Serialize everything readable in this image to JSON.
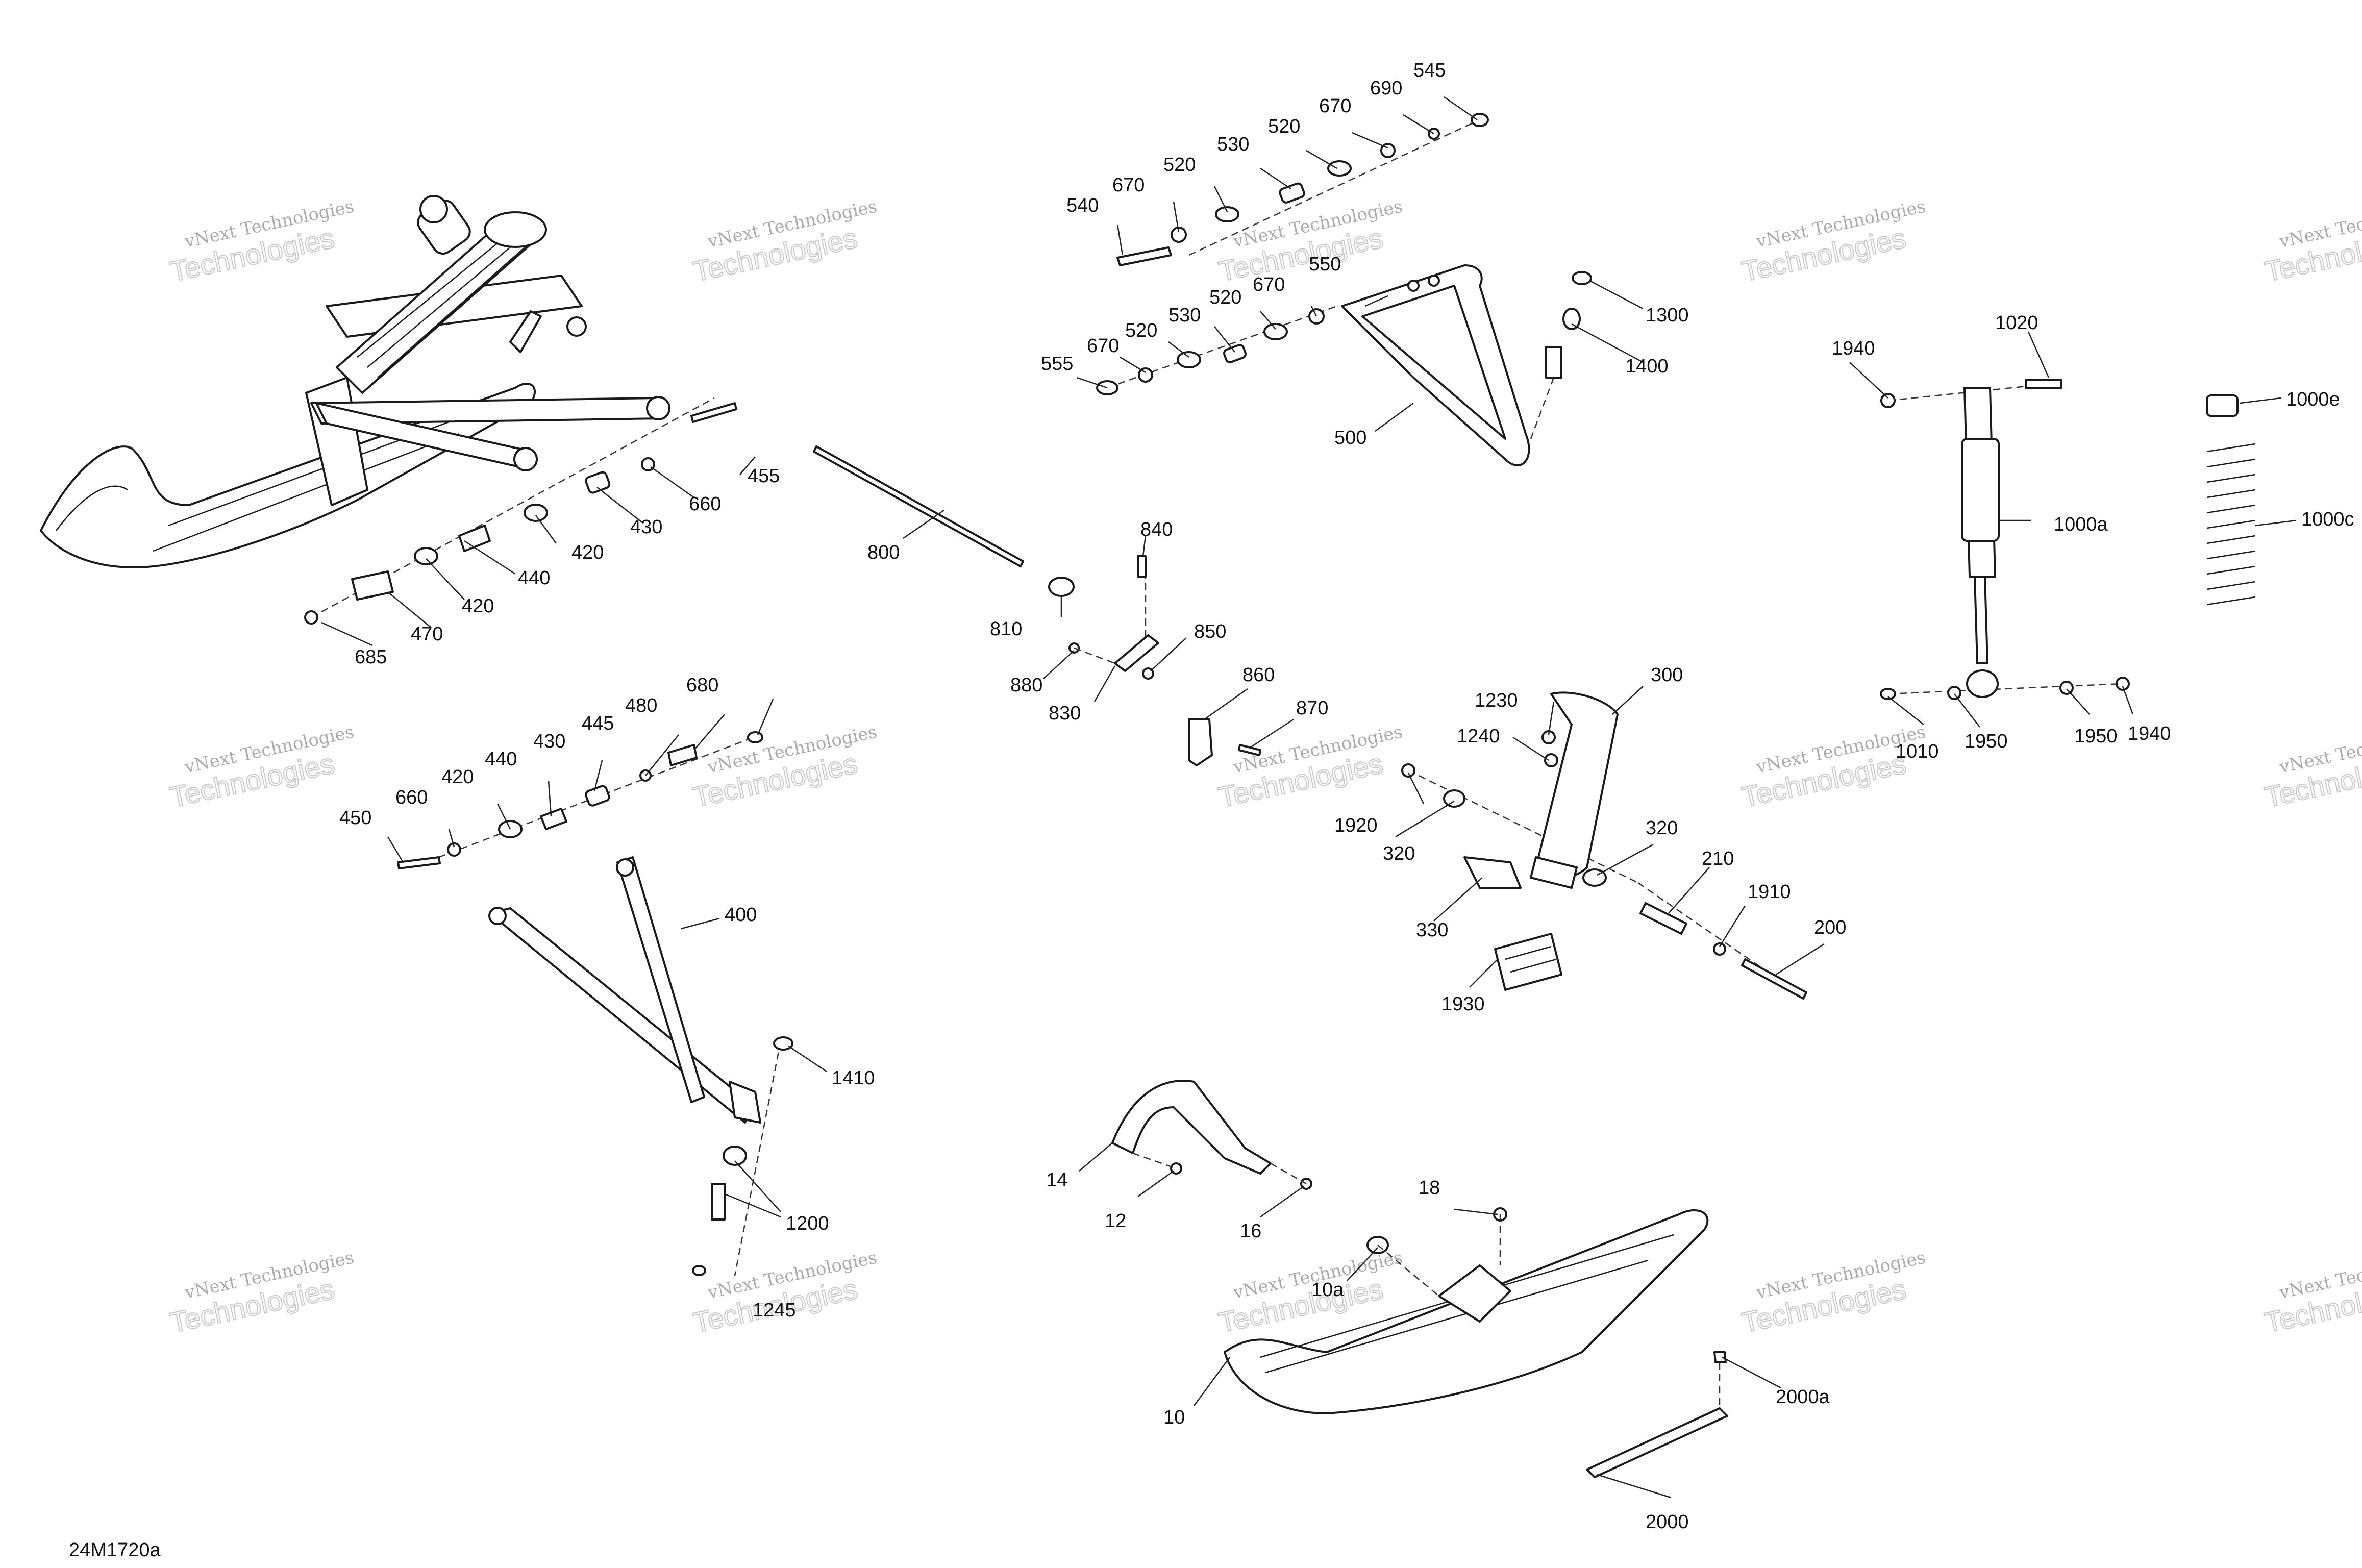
{
  "diagram_code": "24M1720a",
  "watermark": {
    "line1": "vNext Technologies",
    "line2": "Technologies"
  },
  "part_labels": [
    "545",
    "690",
    "670",
    "520",
    "530",
    "520",
    "670",
    "540",
    "550",
    "670",
    "520",
    "530",
    "520",
    "670",
    "555",
    "1300",
    "1400",
    "500",
    "455",
    "660",
    "430",
    "420",
    "440",
    "420",
    "470",
    "685",
    "800",
    "810",
    "840",
    "850",
    "880",
    "830",
    "860",
    "870",
    "300",
    "1230",
    "1240",
    "1920",
    "320",
    "320",
    "330",
    "210",
    "1910",
    "200",
    "1930",
    "1940",
    "1020",
    "1000e",
    "1000c",
    "1000a",
    "1010",
    "1950",
    "1950",
    "1940",
    "680",
    "480",
    "445",
    "430",
    "440",
    "420",
    "660",
    "450",
    "400",
    "1410",
    "1200",
    "1245",
    "14",
    "12",
    "16",
    "18",
    "10a",
    "10",
    "2000a",
    "2000"
  ]
}
